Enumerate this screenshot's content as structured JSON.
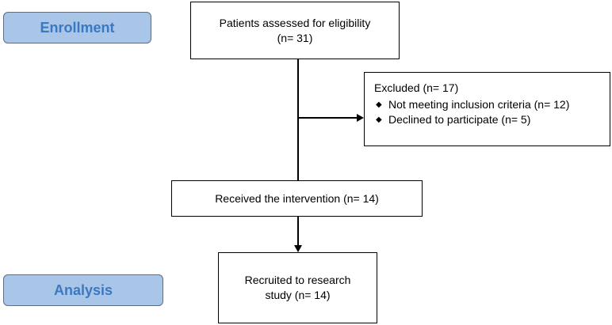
{
  "stages": {
    "enrollment": "Enrollment",
    "analysis": "Analysis"
  },
  "boxes": {
    "assessed": {
      "line1": "Patients assessed for eligibility",
      "line2": "(n= 31)"
    },
    "excluded": {
      "title": "Excluded (n= 17)",
      "items": [
        "Not meeting inclusion criteria (n= 12)",
        "Declined to participate (n= 5)"
      ]
    },
    "intervention": "Received the intervention (n= 14)",
    "recruited": {
      "line1": "Recruited to research",
      "line2": "study (n= 14)"
    }
  }
}
